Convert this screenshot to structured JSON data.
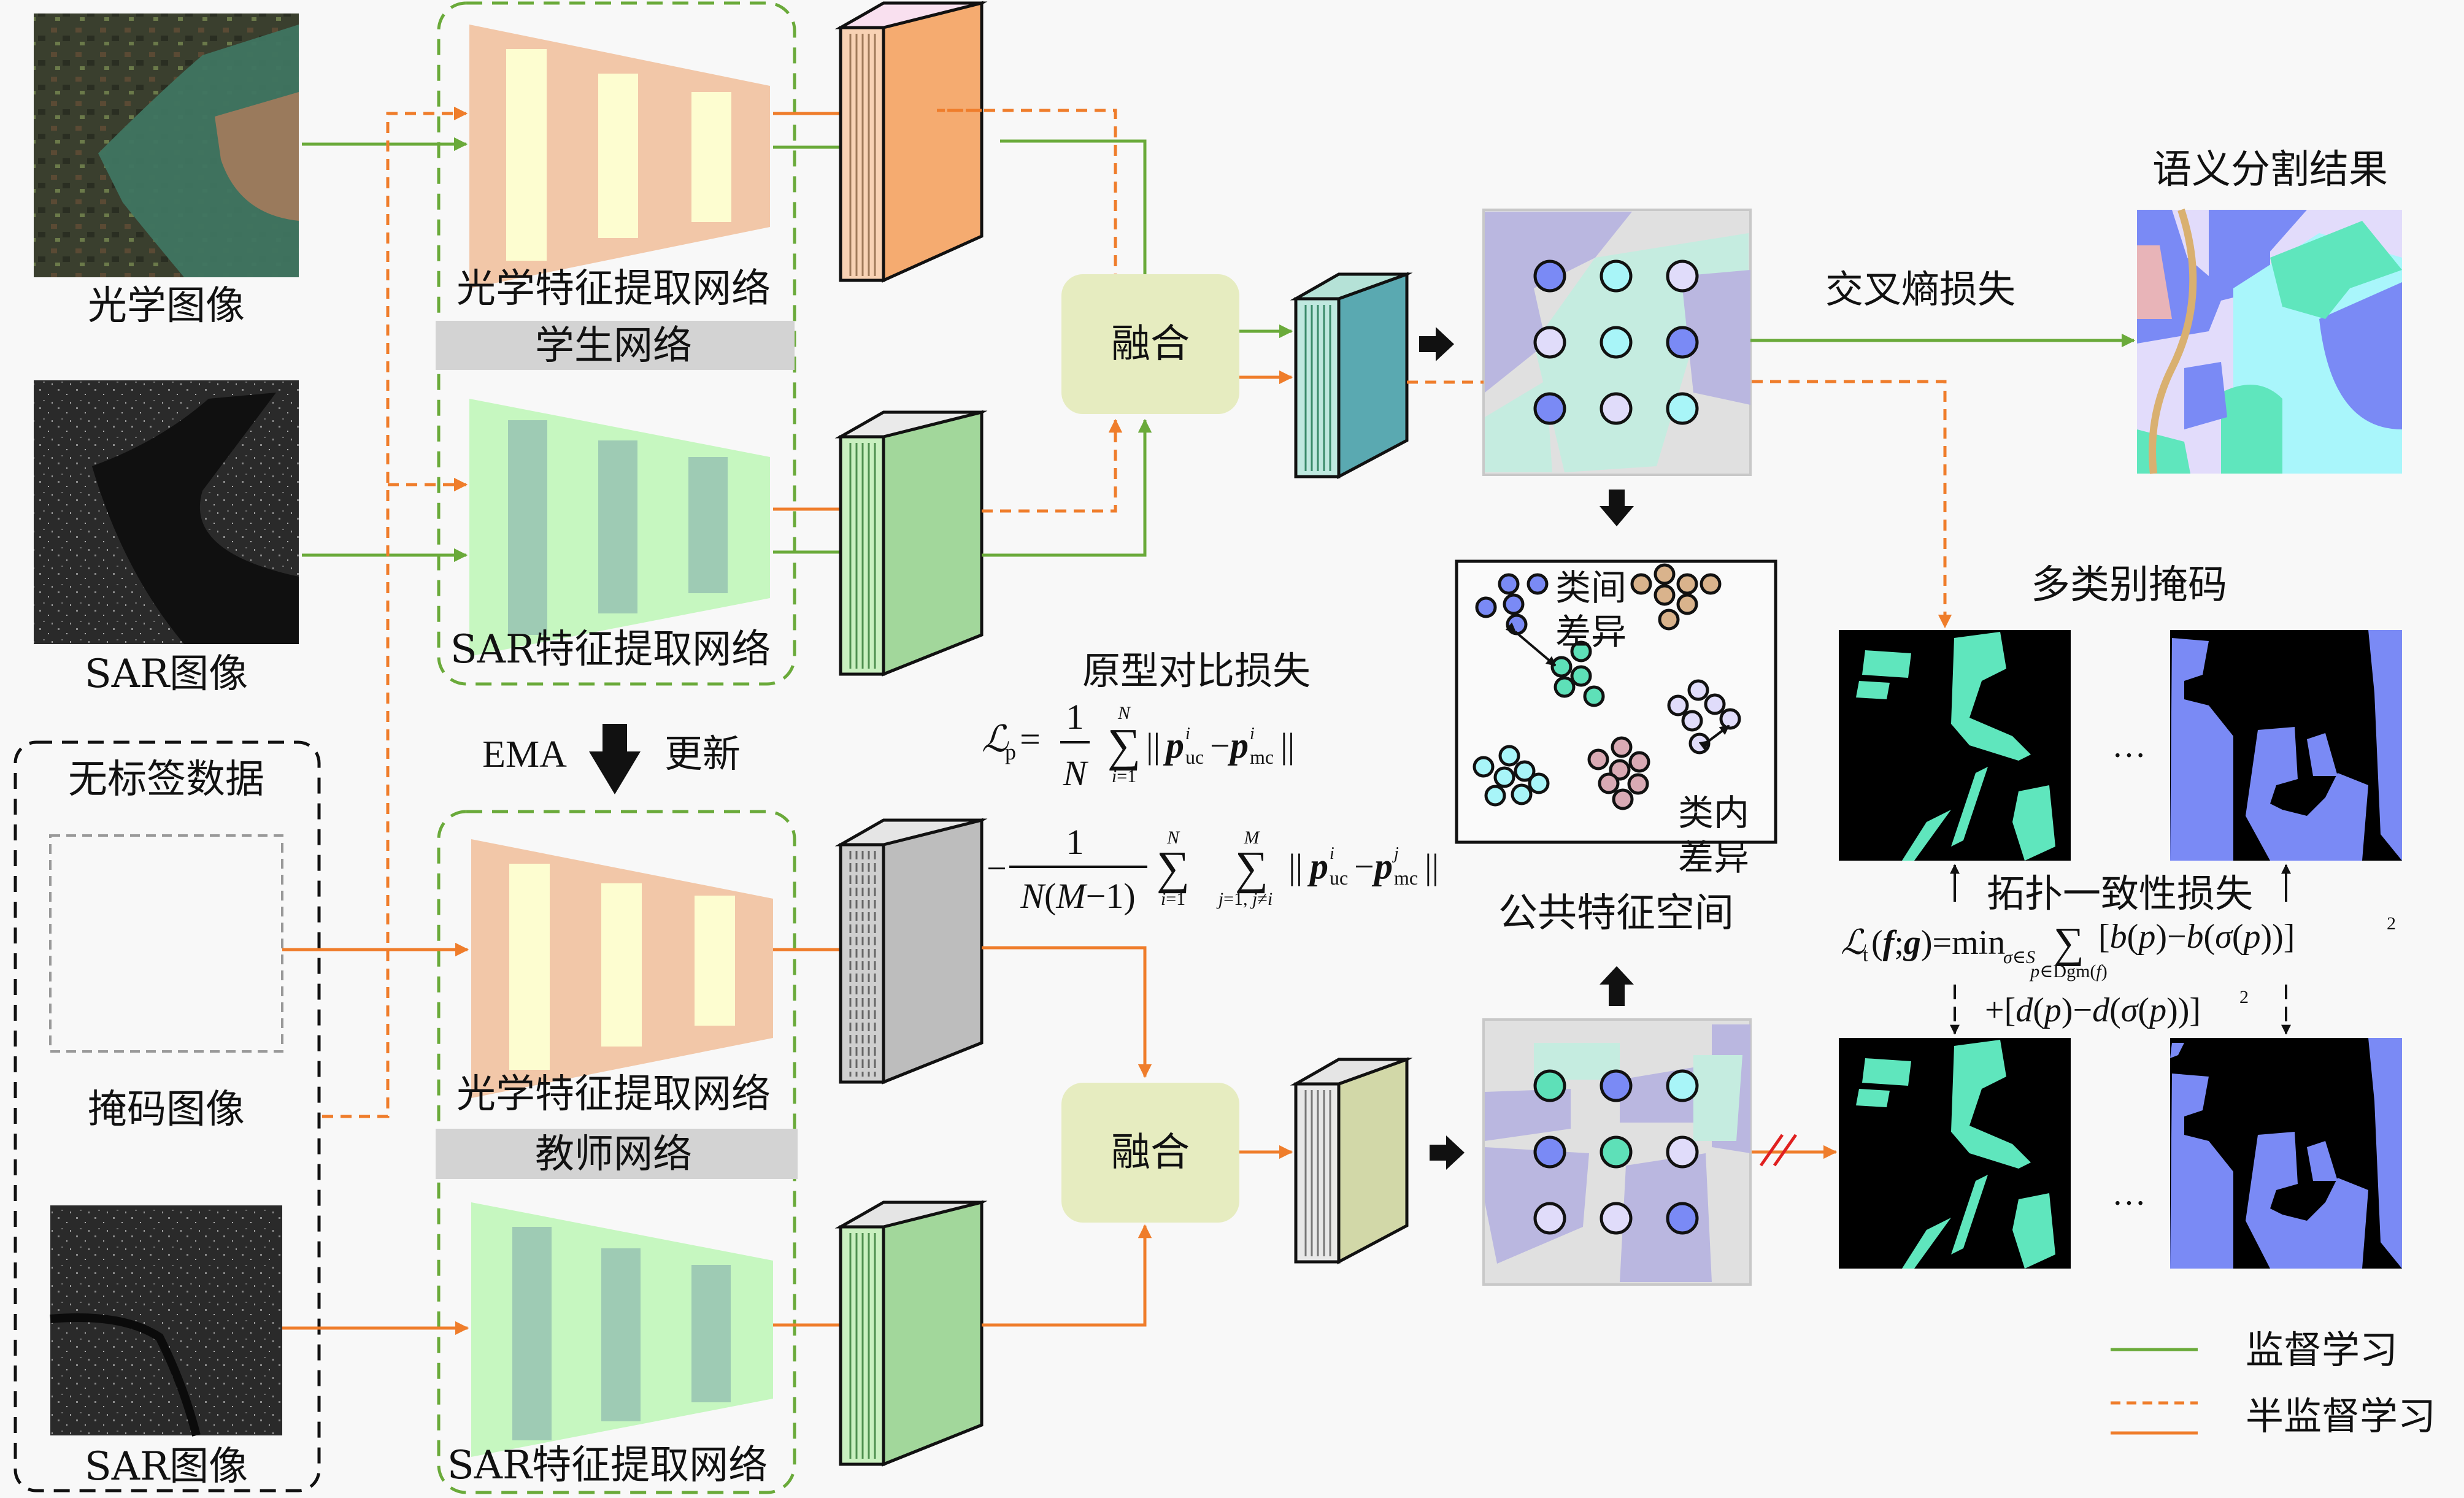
{
  "inputs": {
    "optical_image_label": "光学图像",
    "sar_image_label_top": "SAR图像",
    "unlabeled_group_title": "无标签数据",
    "mask_image_label": "掩码图像",
    "sar_image_label_bottom": "SAR图像"
  },
  "student": {
    "optical_net_label": "光学特征提取网络",
    "group_label": "学生网络",
    "sar_net_label": "SAR特征提取网络"
  },
  "teacher": {
    "optical_net_label": "光学特征提取网络",
    "group_label": "教师网络",
    "sar_net_label": "SAR特征提取网络"
  },
  "ema": {
    "left": "EMA",
    "right": "更新"
  },
  "fusion": {
    "top_label": "融合",
    "bottom_label": "融合"
  },
  "losses": {
    "prototype_title": "原型对比损失",
    "prototype_formula_line1": "ℒp = (1/N) Σ_{i=1}^{N} ||p^i_uc − p^i_mc||",
    "prototype_formula_line2": "− 1/(N(M−1)) Σ_{i=1}^{N} Σ_{j=1, j≠i}^{M} ||p^i_uc − p^j_mc||",
    "cross_entropy_label": "交叉熵损失",
    "topology_title": "拓扑一致性损失",
    "topology_formula_line1": "ℒt(f;g) = min_{σ∈S} Σ_{p∈Dgm(f)} [b(p) − b(σ(p))]²",
    "topology_formula_line2": "+ [d(p) − d(σ(p))]²"
  },
  "feature_space": {
    "title": "公共特征空间",
    "inter_class_label": "类间差异",
    "intra_class_label": "类内差异",
    "top_grid_colors": [
      [
        "#7a8af5",
        "#a8f5f8",
        "#e0dcfa"
      ],
      [
        "#e0dcfa",
        "#a8f5f8",
        "#7a8af5"
      ],
      [
        "#7a8af5",
        "#e0dcfa",
        "#a8f5f8"
      ]
    ],
    "bottom_grid_colors": [
      [
        "#5ee0b8",
        "#7a8af5",
        "#a8f5f8"
      ],
      [
        "#7a8af5",
        "#5ee0b8",
        "#e0dcfa"
      ],
      [
        "#e0dcfa",
        "#e0dcfa",
        "#7a8af5"
      ]
    ]
  },
  "outputs": {
    "segmentation_title": "语义分割结果",
    "multiclass_mask_title": "多类别掩码",
    "ellipsis": "···"
  },
  "legend": {
    "supervised": "监督学习",
    "semi_supervised": "半监督学习"
  },
  "colors": {
    "supervised_green": "#6aaa3a",
    "semi_orange": "#ef7d2b",
    "optical_encoder": "#f2c7a8",
    "sar_encoder": "#c6f7c0",
    "fusion_box": "#e6ecc0",
    "class_blue": "#7a8af5",
    "class_green": "#5ee0b8",
    "class_cyan": "#a8f5f8",
    "class_lavender": "#e0dcfa",
    "class_tan": "#d9b38c",
    "class_pink": "#d9aab4"
  }
}
